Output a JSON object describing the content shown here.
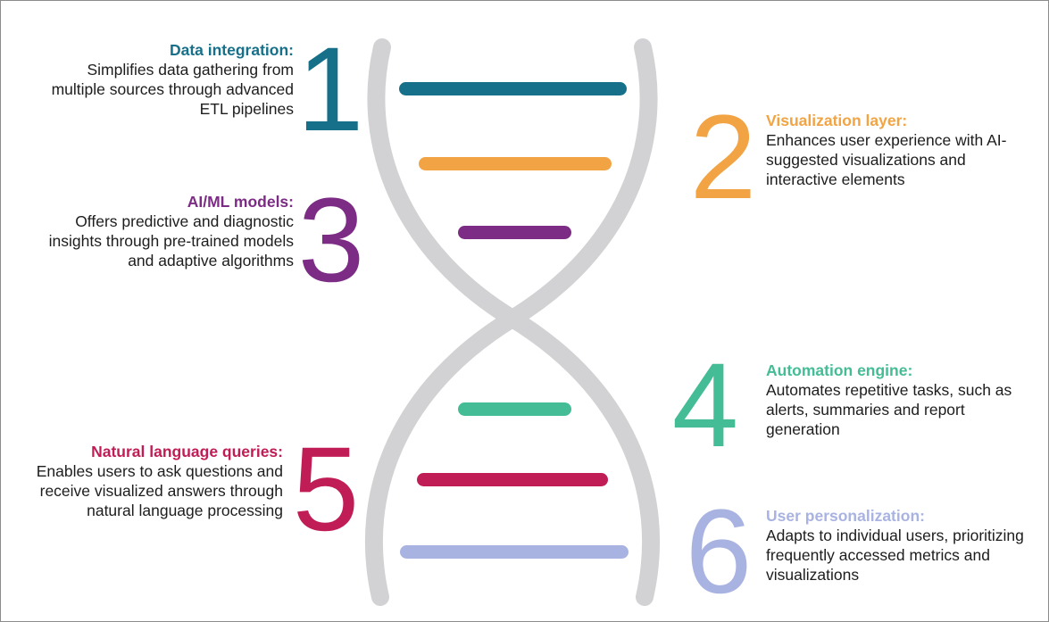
{
  "page": {
    "background_color": "#ffffff",
    "border_color": "#8c8c8c",
    "body_text_color": "#1d1d1d"
  },
  "helix": {
    "strand_color": "#d2d2d4"
  },
  "items": [
    {
      "number": "1",
      "title": "Data integration:",
      "description": "Simplifies data gathering from multiple sources through advanced ETL pipelines",
      "color": "#16708a",
      "side": "left"
    },
    {
      "number": "2",
      "title": "Visualization layer:",
      "description": "Enhances user experience with AI-suggested visualizations and interactive elements",
      "color": "#f2a444",
      "side": "right"
    },
    {
      "number": "3",
      "title": "AI/ML models:",
      "description": "Offers predictive and diagnostic insights through pre-trained models and adaptive algorithms",
      "color": "#7c2c85",
      "side": "left"
    },
    {
      "number": "4",
      "title": "Automation engine:",
      "description": "Automates repetitive tasks, such as alerts, summaries and report generation",
      "color": "#44bc95",
      "side": "right"
    },
    {
      "number": "5",
      "title": "Natural language queries:",
      "description": "Enables users to ask questions and receive visualized answers through natural language processing",
      "color": "#c01d56",
      "side": "left"
    },
    {
      "number": "6",
      "title": "User personalization:",
      "description": "Adapts to individual users, prioritizing frequently accessed metrics and visualizations",
      "color": "#a9b3e2",
      "side": "right"
    }
  ]
}
